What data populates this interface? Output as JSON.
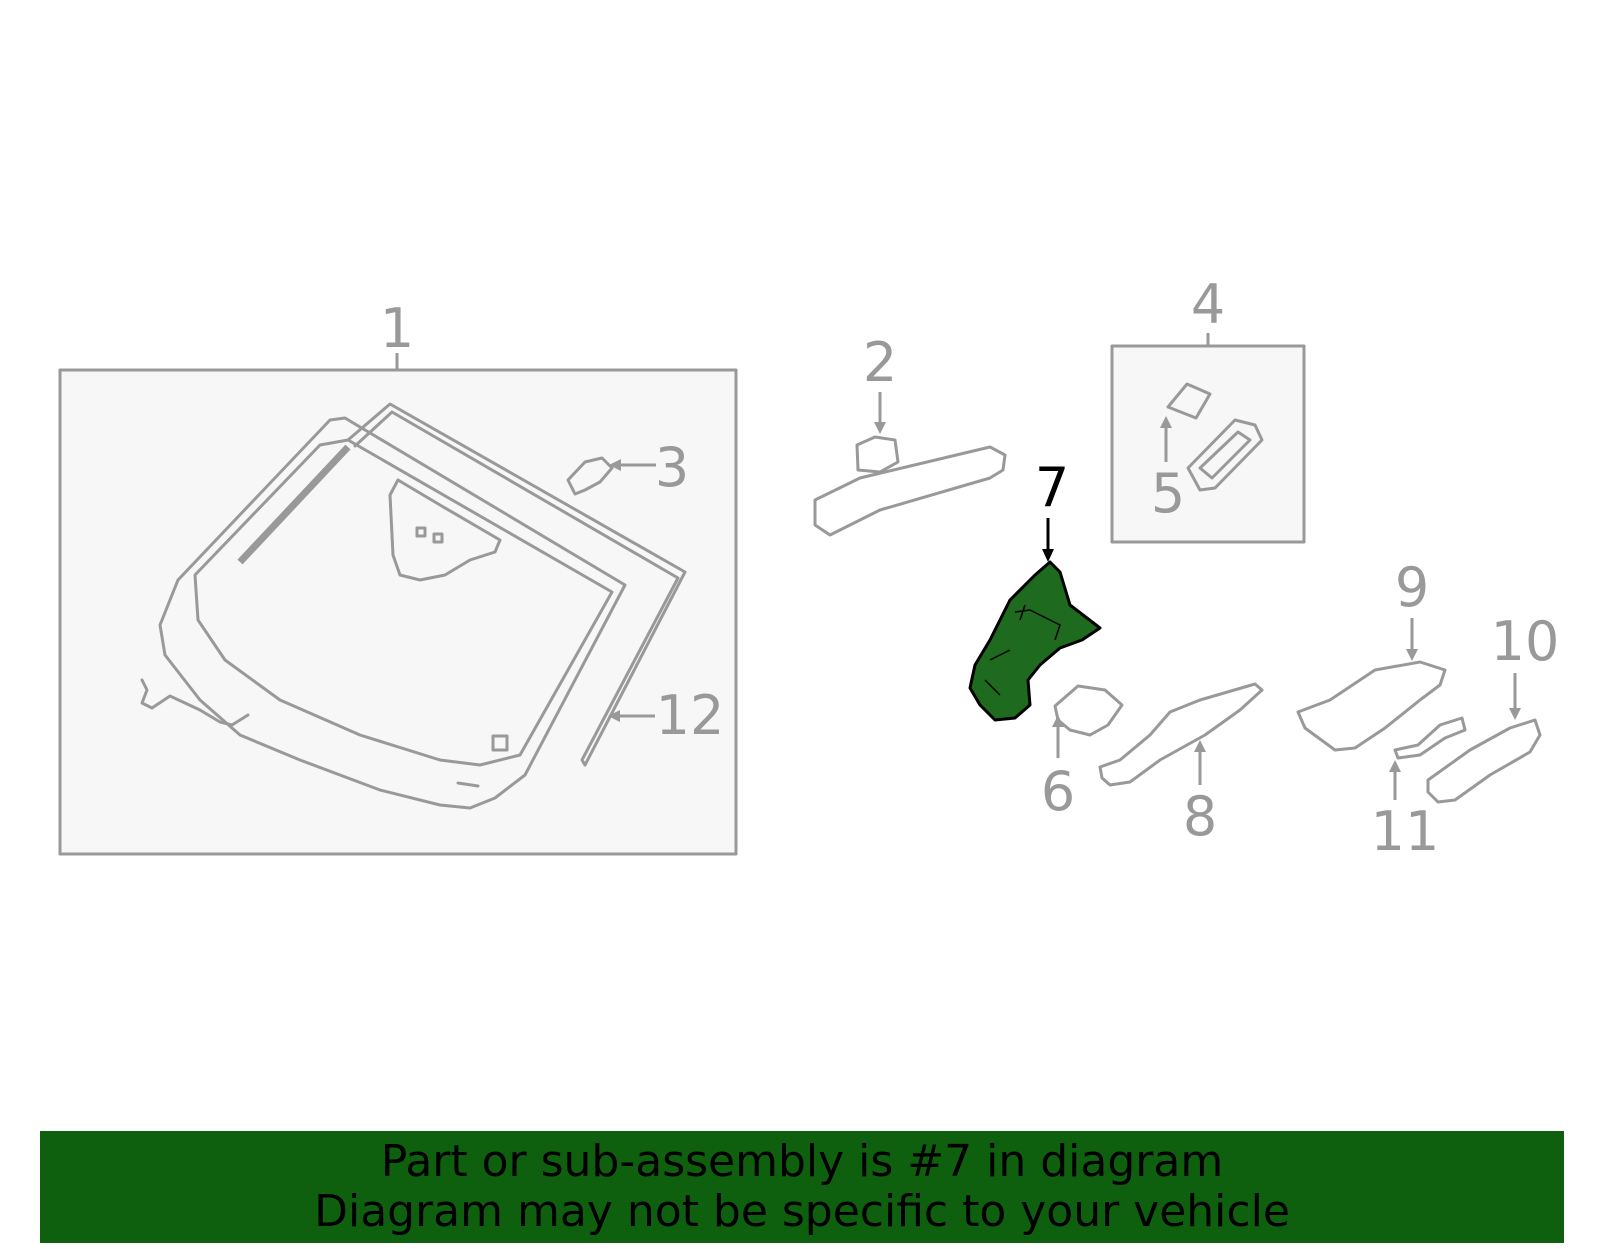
{
  "diagram": {
    "callouts": {
      "c1": "1",
      "c2": "2",
      "c3": "3",
      "c4": "4",
      "c5": "5",
      "c6": "6",
      "c7": "7",
      "c8": "8",
      "c9": "9",
      "c10": "10",
      "c11": "11",
      "c12": "12"
    },
    "highlighted_part": "7",
    "colors": {
      "highlight_fill": "#1e6a1e",
      "line_gray": "#999999",
      "box_fill": "#f7f7f7",
      "banner_bg": "#0e5f0e"
    }
  },
  "banner": {
    "line1": "Part or sub-assembly is #7 in diagram",
    "line2": "Diagram may not be specific to your vehicle"
  }
}
